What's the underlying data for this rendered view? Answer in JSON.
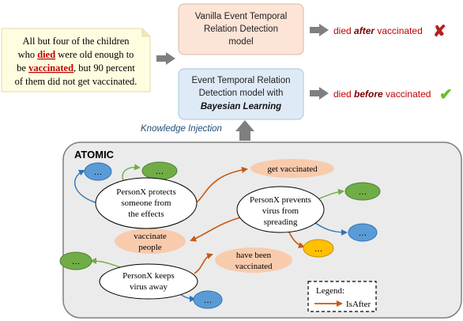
{
  "input_sentence": {
    "line1": "All but four of the children",
    "line2_pre": "who ",
    "line2_event": "died",
    "line2_post": " were old enough to",
    "line3_pre": "be ",
    "line3_event": "vaccinated",
    "line3_post": ", but 90 percent",
    "line4": "of them did not get vaccinated."
  },
  "model_vanilla": {
    "line1": "Vanilla Event Temporal",
    "line2": "Relation Detection",
    "line3": "model"
  },
  "model_bayesian": {
    "line1": "Event Temporal Relation",
    "line2": "Detection model with",
    "line3": "Bayesian Learning"
  },
  "output_vanilla": {
    "pre": "died ",
    "relation": "after",
    "post": " vaccinated",
    "mark": "✘",
    "mark_color": "#b22222"
  },
  "output_bayesian": {
    "pre": "died ",
    "relation": "before",
    "post": " vaccinated",
    "mark": "✔",
    "mark_color": "#6bbf2a"
  },
  "knowledge_injection_label": "Knowledge Injection",
  "atomic": {
    "title": "ATOMIC",
    "node_protect": [
      "PersonX protects",
      "someone from",
      "the effects"
    ],
    "node_prevent": [
      "PersonX prevents",
      "virus from",
      "spreading"
    ],
    "node_keeps": [
      "PersonX keeps",
      "virus away"
    ],
    "node_get_vaccinated": "get vaccinated",
    "node_vaccinate_people": [
      "vaccinate",
      "people"
    ],
    "node_have_been": [
      "have been",
      "vaccinated"
    ],
    "ellipsis": "…"
  },
  "legend": {
    "title": "Legend:",
    "isafter": "IsAfter"
  },
  "colors": {
    "event_red": "#c00000",
    "vanilla_fill": "#fce4d6",
    "bayesian_fill": "#deebf7",
    "note_fill": "#fffde0",
    "atomic_bg": "#ebebeb",
    "orange_edge": "#c55a11",
    "blue_edge": "#2e75b6",
    "green_edge": "#70ad47",
    "blue_node": "#5b9bd5",
    "green_node": "#70ad47",
    "yellow_node": "#ffc000",
    "orange_node": "#f8cbad"
  }
}
